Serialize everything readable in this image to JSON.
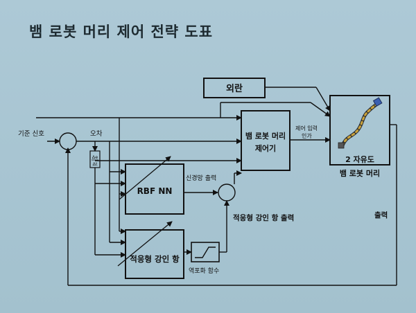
{
  "title": "뱀 로봇 머리 제어 전략 도표",
  "blocks": {
    "disturbance": "외란",
    "controller_line1": "뱀 로봇 머리",
    "controller_line2": "제어기",
    "rbf": "RBF NN",
    "adaptive": "적응형 강인 항",
    "plant_line1": "2 자유도",
    "plant_line2": "뱀 로봇 머리"
  },
  "labels": {
    "reference": "기준 신호",
    "error": "오차",
    "derivative_num": "Δe",
    "derivative_den": "Δt",
    "nn_output": "신경망 출력",
    "control_input_line1": "제어 입력",
    "control_input_line2": "인가",
    "adaptive_output": "적응형 강인 항 출력",
    "inverse_function": "역포화 함수",
    "output": "출력"
  },
  "colors": {
    "background": "#a9c6d3",
    "stroke": "#111111"
  }
}
